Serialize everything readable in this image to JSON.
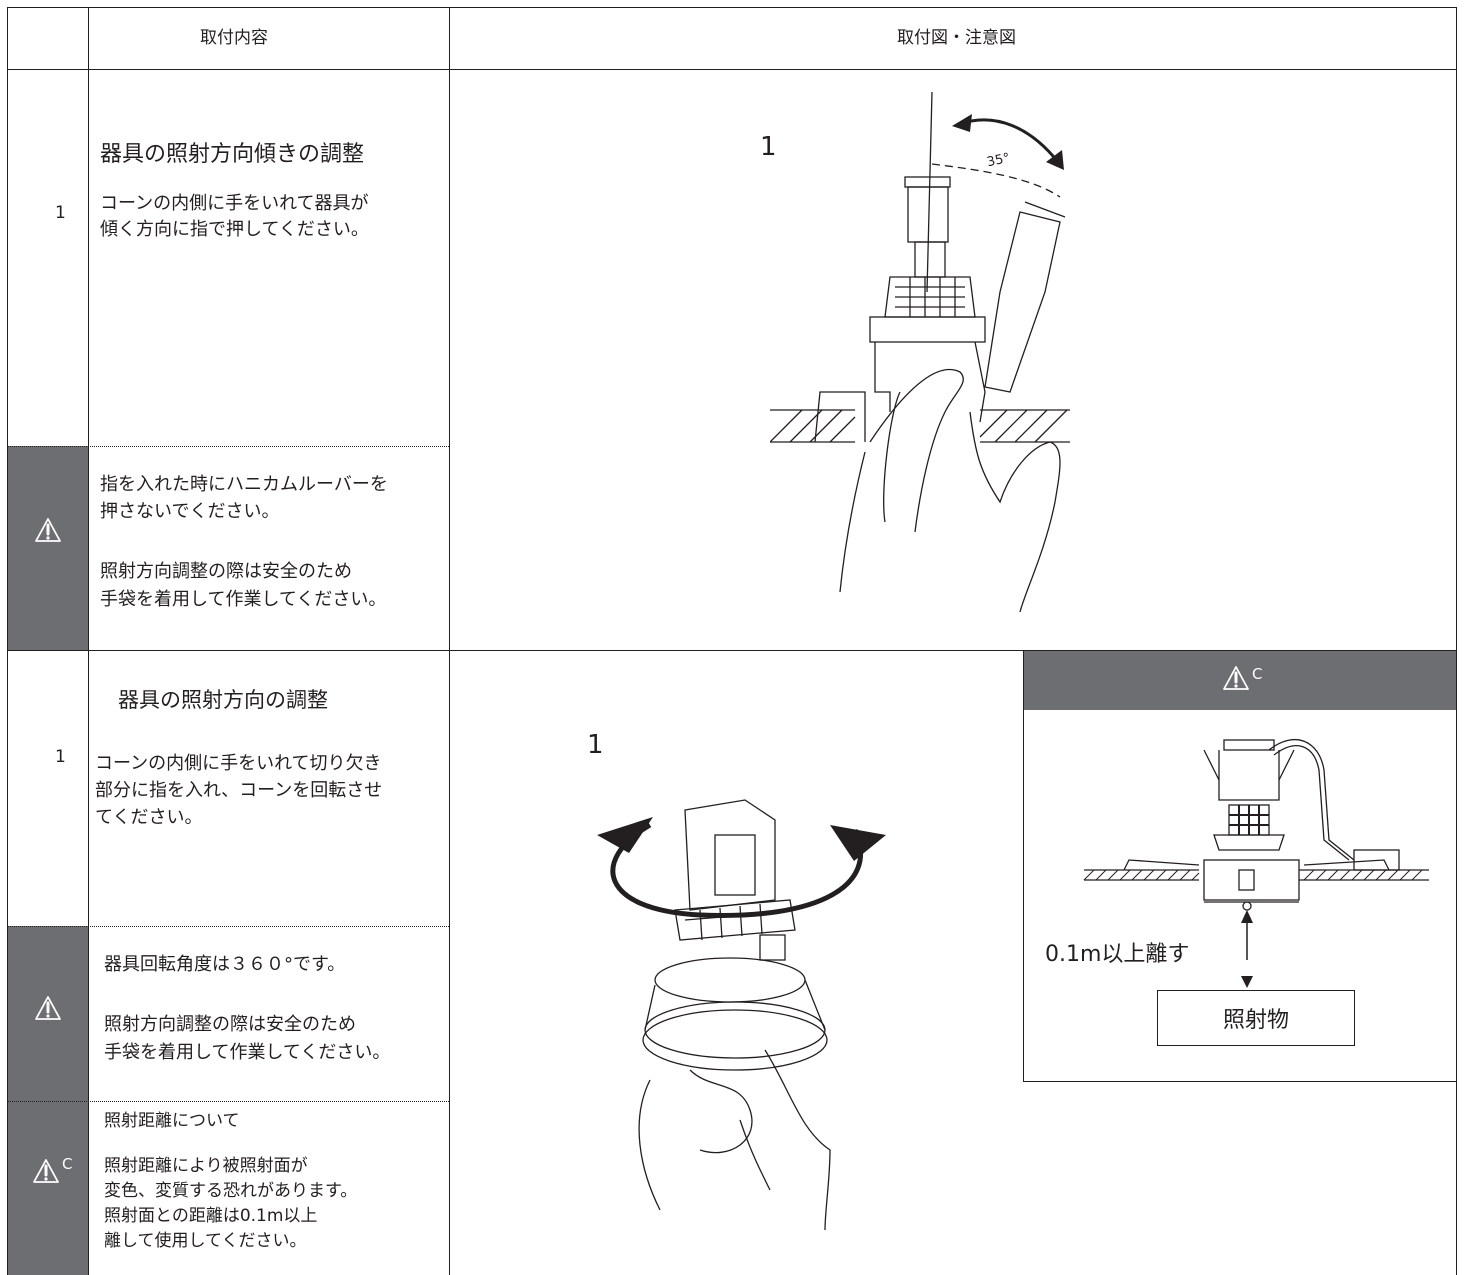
{
  "header": {
    "col_content": "取付内容",
    "col_figure": "取付図・注意図"
  },
  "section1": {
    "step_number": "1",
    "title": "器具の照射方向傾きの調整",
    "instruction_lines": [
      "コーンの内側に手をいれて器具が",
      "傾く方向に指で押してください。"
    ],
    "figure_step": "1",
    "angle_label": "35°",
    "caution_lines": [
      "指を入れた時にハニカムルーバーを",
      "押さないでください。"
    ],
    "glove_lines": [
      "照射方向調整の際は安全のため",
      "手袋を着用して作業してください。"
    ]
  },
  "section2": {
    "step_number": "1",
    "title": "器具の照射方向の調整",
    "instruction_lines": [
      "コーンの内側に手をいれて切り欠き",
      "部分に指を入れ、コーンを回転させ",
      "てください。"
    ],
    "figure_step": "1",
    "rotation_note": "器具回転角度は３６０°です。",
    "glove_lines": [
      "照射方向調整の際は安全のため",
      "手袋を着用して作業してください。"
    ],
    "distance_title": "照射距離について",
    "distance_lines": [
      "照射距離により被照射面が",
      "変色、変質する恐れがあります。",
      "照射面との距離は0.1m以上",
      "離して使用してください。"
    ]
  },
  "caution_box": {
    "header_suffix": "C",
    "distance_label": "0.1m以上離す",
    "object_label": "照射物"
  },
  "colors": {
    "caution_gray": "#6d6e71",
    "line": "#231f20"
  }
}
